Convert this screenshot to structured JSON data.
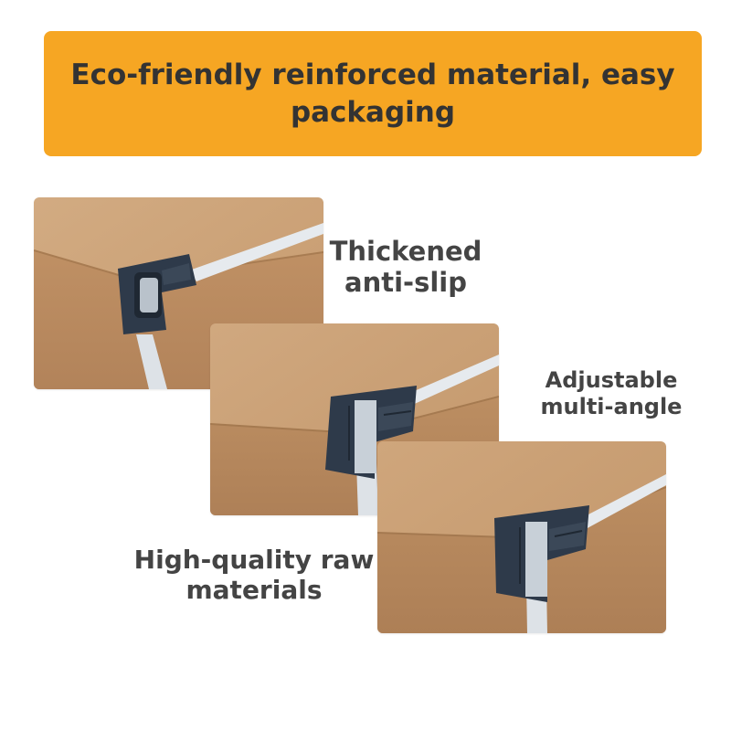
{
  "banner": {
    "title": "Eco-friendly reinforced material, easy packaging",
    "color": "#f6a623"
  },
  "photos": [
    {
      "name": "cardboard box corner with strap and thickened corner protector"
    },
    {
      "name": "cardboard box corner with strap and adjustable corner protector"
    },
    {
      "name": "cardboard box corner with strap and corner protector"
    }
  ],
  "captions": {
    "thickened": {
      "line1": "Thickened",
      "line2": "anti-slip"
    },
    "adjustable": {
      "line1": "Adjustable",
      "line2": "multi-angle"
    },
    "quality": {
      "line1": "High-quality raw",
      "line2": "materials"
    }
  },
  "colors": {
    "cardboard": "#c4976a",
    "protector": "#2e3a4a",
    "strap": "#e6eaee",
    "caption_text": "#444444"
  }
}
